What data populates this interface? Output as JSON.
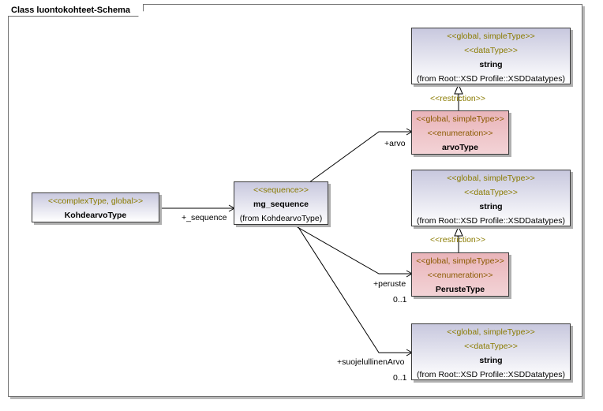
{
  "diagram_title": "Class luontokohteet-Schema",
  "classes": {
    "string_top": {
      "stereotypes": [
        "<<global, simpleType>>",
        "<<dataType>>"
      ],
      "name": "string",
      "from": "(from Root::XSD Profile::XSDDatatypes)"
    },
    "arvoType": {
      "stereotypes": [
        "<<global, simpleType>>",
        "<<enumeration>>"
      ],
      "name": "arvoType"
    },
    "string_mid": {
      "stereotypes": [
        "<<global, simpleType>>",
        "<<dataType>>"
      ],
      "name": "string",
      "from": "(from Root::XSD Profile::XSDDatatypes)"
    },
    "PerusteType": {
      "stereotypes": [
        "<<global, simpleType>>",
        "<<enumeration>>"
      ],
      "name": "PerusteType"
    },
    "string_bot": {
      "stereotypes": [
        "<<global, simpleType>>",
        "<<dataType>>"
      ],
      "name": "string",
      "from": "(from Root::XSD Profile::XSDDatatypes)"
    },
    "KohdearvoType": {
      "stereotypes": [
        "<<complexType, global>>"
      ],
      "name": "KohdearvoType"
    },
    "mg_sequence": {
      "stereotypes": [
        "<<sequence>>"
      ],
      "name": "mg_sequence",
      "from": "(from KohdearvoType)"
    }
  },
  "relations": {
    "restriction_1": "<<restriction>>",
    "restriction_2": "<<restriction>>",
    "sequence_role": "+_sequence",
    "arvo_role": "+arvo",
    "peruste_role": "+peruste",
    "peruste_mult": "0..1",
    "suojelullinen_role": "+suojelullinenArvo",
    "suojelullinen_mult": "0..1"
  },
  "colors": {
    "datatype_fill": "#c8c8de",
    "enum_fill": "#e9b4b9",
    "stereotype_text": "#8a7b00"
  }
}
